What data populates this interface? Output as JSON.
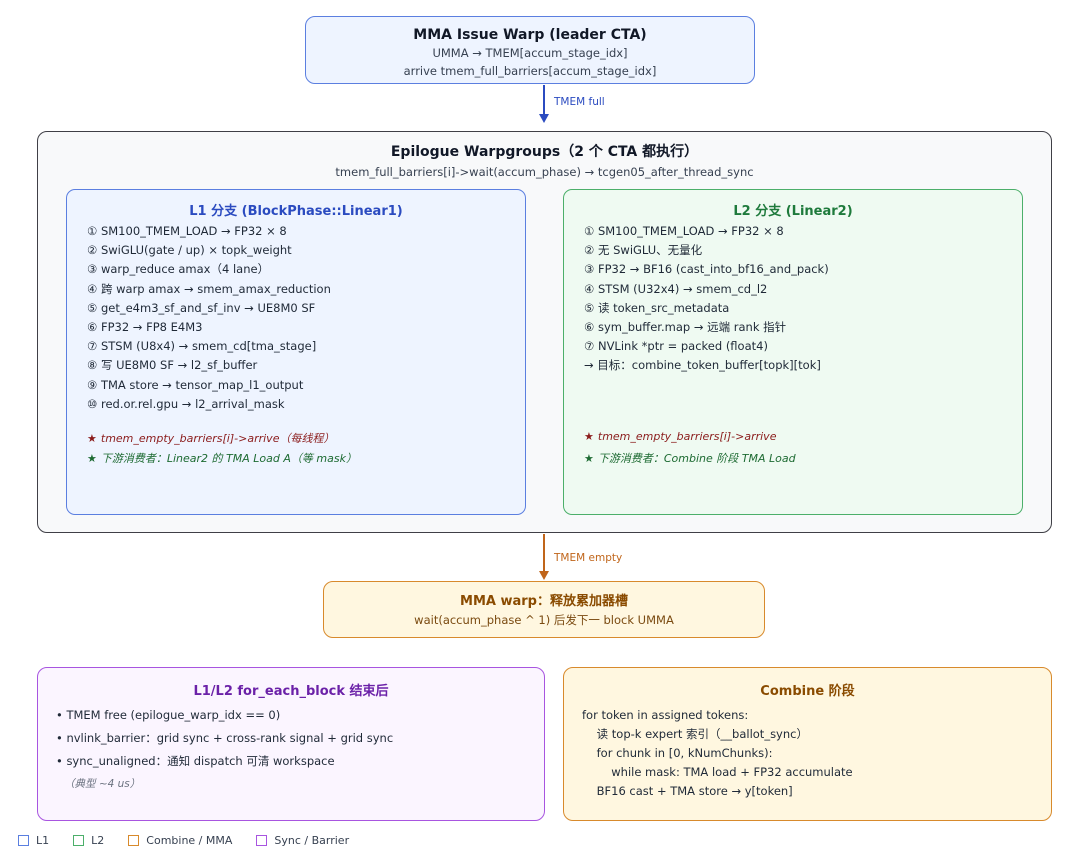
{
  "mma_issue": {
    "title": "MMA Issue Warp (leader CTA)",
    "line1": "UMMA → TMEM[accum_stage_idx]",
    "line2": "arrive tmem_full_barriers[accum_stage_idx]"
  },
  "arrow_full_label": "TMEM full",
  "epilogue": {
    "title": "Epilogue Warpgroups（2 个 CTA 都执行）",
    "subtitle": "tmem_full_barriers[i]->wait(accum_phase) → tcgen05_after_thread_sync",
    "l1": {
      "title": "L1 分支 (BlockPhase::Linear1)",
      "lines": [
        "① SM100_TMEM_LOAD → FP32 × 8",
        "② SwiGLU(gate / up) × topk_weight",
        "③ warp_reduce amax（4 lane）",
        "④ 跨 warp amax → smem_amax_reduction",
        "⑤ get_e4m3_sf_and_sf_inv → UE8M0 SF",
        "⑥ FP32 → FP8 E4M3",
        "⑦ STSM (U8x4) → smem_cd[tma_stage]",
        "⑧ 写 UE8M0 SF → l2_sf_buffer",
        "⑨ TMA store → tensor_map_l1_output",
        "⑩ red.or.rel.gpu → l2_arrival_mask"
      ],
      "note_red": "tmem_empty_barriers[i]->arrive（每线程）",
      "note_green": "下游消费者：Linear2 的 TMA Load A（等 mask）"
    },
    "l2": {
      "title": "L2 分支 (Linear2)",
      "lines": [
        "① SM100_TMEM_LOAD → FP32 × 8",
        "② 无 SwiGLU、无量化",
        "③ FP32 → BF16 (cast_into_bf16_and_pack)",
        "④ STSM (U32x4) → smem_cd_l2",
        "⑤ 读 token_src_metadata",
        "⑥ sym_buffer.map → 远端 rank 指针",
        "⑦ NVLink *ptr = packed (float4)",
        "→ 目标：combine_token_buffer[topk][tok]"
      ],
      "note_red": "tmem_empty_barriers[i]->arrive",
      "note_green": "下游消费者：Combine 阶段 TMA Load"
    }
  },
  "arrow_empty_label": "TMEM empty",
  "mma_release": {
    "title": "MMA warp：释放累加器槽",
    "subtitle": "wait(accum_phase ^ 1) 后发下一 block UMMA"
  },
  "after_block": {
    "title": "L1/L2 for_each_block 结束后",
    "lines": [
      "• TMEM free (epilogue_warp_idx == 0)",
      "• nvlink_barrier：grid sync + cross-rank signal + grid sync",
      "• sync_unaligned：通知 dispatch 可清 workspace"
    ],
    "note": "（典型 ~4 us）"
  },
  "combine": {
    "title": "Combine 阶段",
    "lines": [
      "for token in assigned tokens:",
      "    读 top-k expert 索引（__ballot_sync）",
      "    for chunk in [0, kNumChunks):",
      "        while mask: TMA load + FP32 accumulate",
      "    BF16 cast + TMA store → y[token]"
    ]
  },
  "legend": [
    {
      "label": "L1",
      "color": "#5b7fe0"
    },
    {
      "label": "L2",
      "color": "#4caf6a"
    },
    {
      "label": "Combine / MMA",
      "color": "#d88a2c"
    },
    {
      "label": "Sync / Barrier",
      "color": "#a855e0"
    }
  ],
  "star_glyph": "★"
}
